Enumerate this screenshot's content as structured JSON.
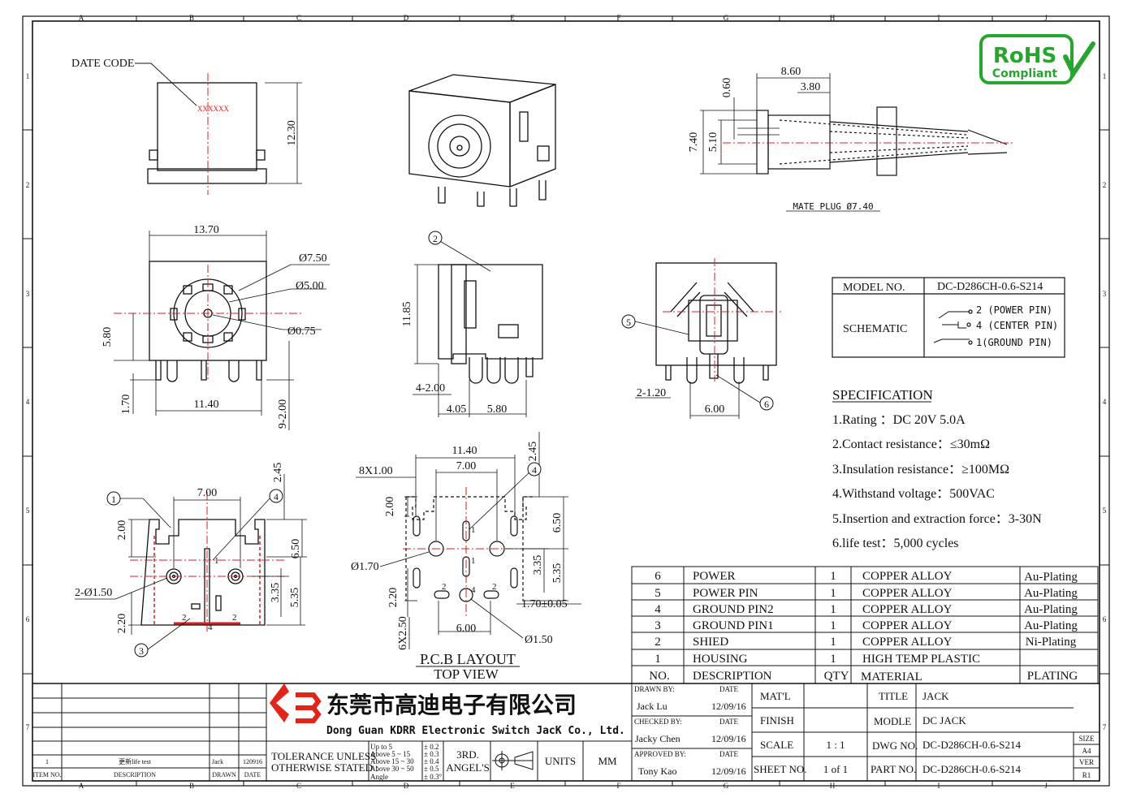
{
  "border": {
    "col_letters": [
      "A",
      "B",
      "C",
      "D",
      "E",
      "F",
      "G",
      "H",
      "I",
      "J"
    ],
    "row_numbers": [
      "1",
      "2",
      "3",
      "4",
      "5",
      "6",
      "7"
    ]
  },
  "rohs": {
    "line1": "RoHS",
    "line2": "Compliant",
    "color": "#27a52f"
  },
  "views": {
    "front": {
      "date_code_label": "DATE CODE",
      "date_code_mark": "XXXXXX",
      "height": "12.30"
    },
    "top": {
      "width": "13.70",
      "d1": "Ø7.50",
      "d2": "Ø5.00",
      "d3": "Ø0.75",
      "h_center": "5.80",
      "pin_h": "1.70",
      "pin_span": "11.40",
      "pins": "9-2.00"
    },
    "side": {
      "callout": "2",
      "height": "11.85",
      "pins": "4-2.00",
      "a": "4.05",
      "b": "5.80"
    },
    "right": {
      "callout_left": "5",
      "callout_right": "6",
      "pins": "2-1.20",
      "span": "6.00"
    },
    "mate_plug": {
      "label": "MATE PLUG Ø7.40",
      "d1": "8.60",
      "d2": "3.80",
      "d3": "0.60",
      "h1": "7.40",
      "h2": "5.10"
    },
    "bottom": {
      "callout1": "1",
      "callout3": "3",
      "callout4": "4",
      "span": "7.00",
      "top_off": "2.45",
      "h1": "2.00",
      "h2": "6.50",
      "holes": "2-Ø1.50",
      "v1": "3.35",
      "v2": "5.35",
      "bot": "2.20",
      "pin1": "1",
      "pin2a": "2",
      "pin2b": "2",
      "pin4": "4"
    },
    "pcb": {
      "callout4": "4",
      "w1": "11.40",
      "w2": "7.00",
      "top": "2.45",
      "slots": "8X1.00",
      "h1": "2.00",
      "h2": "6.50",
      "hole_small": "Ø1.70",
      "v1": "3.35",
      "v2": "5.35",
      "left": "2.20",
      "pitch": "1.70±0.05",
      "pins": "6X2.50",
      "span": "6.00",
      "hole": "Ø1.50",
      "pin1a": "1",
      "pin1b": "1",
      "pin2a": "2",
      "pin2b": "2",
      "pin4": "4",
      "title": "P.C.B LAYOUT",
      "subtitle": "TOP VIEW"
    }
  },
  "model_box": {
    "model_label": "MODEL NO.",
    "model_value": "DC-D286CH-0.6-S214",
    "schematic_label": "SCHEMATIC",
    "pins": [
      "2 (POWER PIN)",
      "4 (CENTER PIN)",
      "1(GROUND PIN)"
    ]
  },
  "specification": {
    "title": "SPECIFICATION",
    "items": [
      "1.Rating ：DC 20V 5.0A",
      "2.Contact resistance：≤30mΩ",
      "3.Insulation resistance：≥100MΩ",
      "4.Withstand voltage：500VAC",
      "5.Insertion and extraction force：3-30N",
      "6.life test：5,000 cycles"
    ]
  },
  "bom": {
    "rows": [
      [
        "6",
        "POWER",
        "1",
        "COPPER ALLOY",
        "Au-Plating"
      ],
      [
        "5",
        "POWER PIN",
        "1",
        "COPPER ALLOY",
        "Au-Plating"
      ],
      [
        "4",
        "GROUND PIN2",
        "1",
        "COPPER ALLOY",
        "Au-Plating"
      ],
      [
        "3",
        "GROUND PIN1",
        "1",
        "COPPER ALLOY",
        "Au-Plating"
      ],
      [
        "2",
        "SHIED",
        "1",
        "COPPER ALLOY",
        "Ni-Plating"
      ],
      [
        "1",
        "HOUSING",
        "1",
        "HIGH TEMP PLASTIC",
        ""
      ]
    ],
    "headers": [
      "NO.",
      "DESCRIPTION",
      "QTY",
      "MATERIAL",
      "PLATING"
    ]
  },
  "revision": {
    "row": [
      "1",
      "更新life test",
      "Jack",
      "120916"
    ],
    "headers": [
      "ITEM NO.",
      "DESCRIPTION",
      "DRAWN",
      "DATE"
    ]
  },
  "company": {
    "name_cn": "东莞市高迪电子有限公司",
    "name_en": "Dong Guan KDRR  Electronic Switch JacK Co., Ltd.",
    "logo_color": "#e0251b"
  },
  "tolerance": {
    "line1": "TOLERANCE UNLESS",
    "line2": "OTHERWISE STATED :",
    "ranges": [
      "Up to 5",
      "Above 5 ~ 15",
      "Above 15 ~ 30",
      "Above 30 ~ 50",
      "Angle"
    ],
    "values": [
      "± 0.2",
      "± 0.3",
      "± 0.4",
      "± 0.5",
      "± 0.3°"
    ],
    "angle1": "3RD.",
    "angle2": "ANGEL'S",
    "units_label": "UNITS",
    "units_value": "MM"
  },
  "signoff": {
    "drawn_label": "DRAWN BY:",
    "drawn_name": "Jack  Lu",
    "drawn_date": "12/09/16",
    "checked_label": "CHECKED BY:",
    "checked_name": "Jacky Chen",
    "checked_date": "12/09/16",
    "approved_label": "APPROVED BY:",
    "approved_name": "Tony Kao",
    "approved_date": "12/09/16",
    "date_label": "DATE"
  },
  "title_block": {
    "matl_label": "MAT'L",
    "finish_label": "FINISH",
    "scale_label": "SCALE",
    "scale_value": "1 : 1",
    "sheet_label": "SHEET NO.",
    "sheet_value": "1 of 1",
    "title_label": "TITLE",
    "title_value": "JACK",
    "modle_label": "MODLE",
    "modle_value": "DC JACK",
    "dwg_label": "DWG NO.",
    "dwg_value": "DC-D286CH-0.6-S214",
    "part_label": "PART NO.",
    "part_value": "DC-D286CH-0.6-S214",
    "size_label": "SIZE",
    "size_value": "A4",
    "ver_label": "VER",
    "ver_value": "R1"
  }
}
